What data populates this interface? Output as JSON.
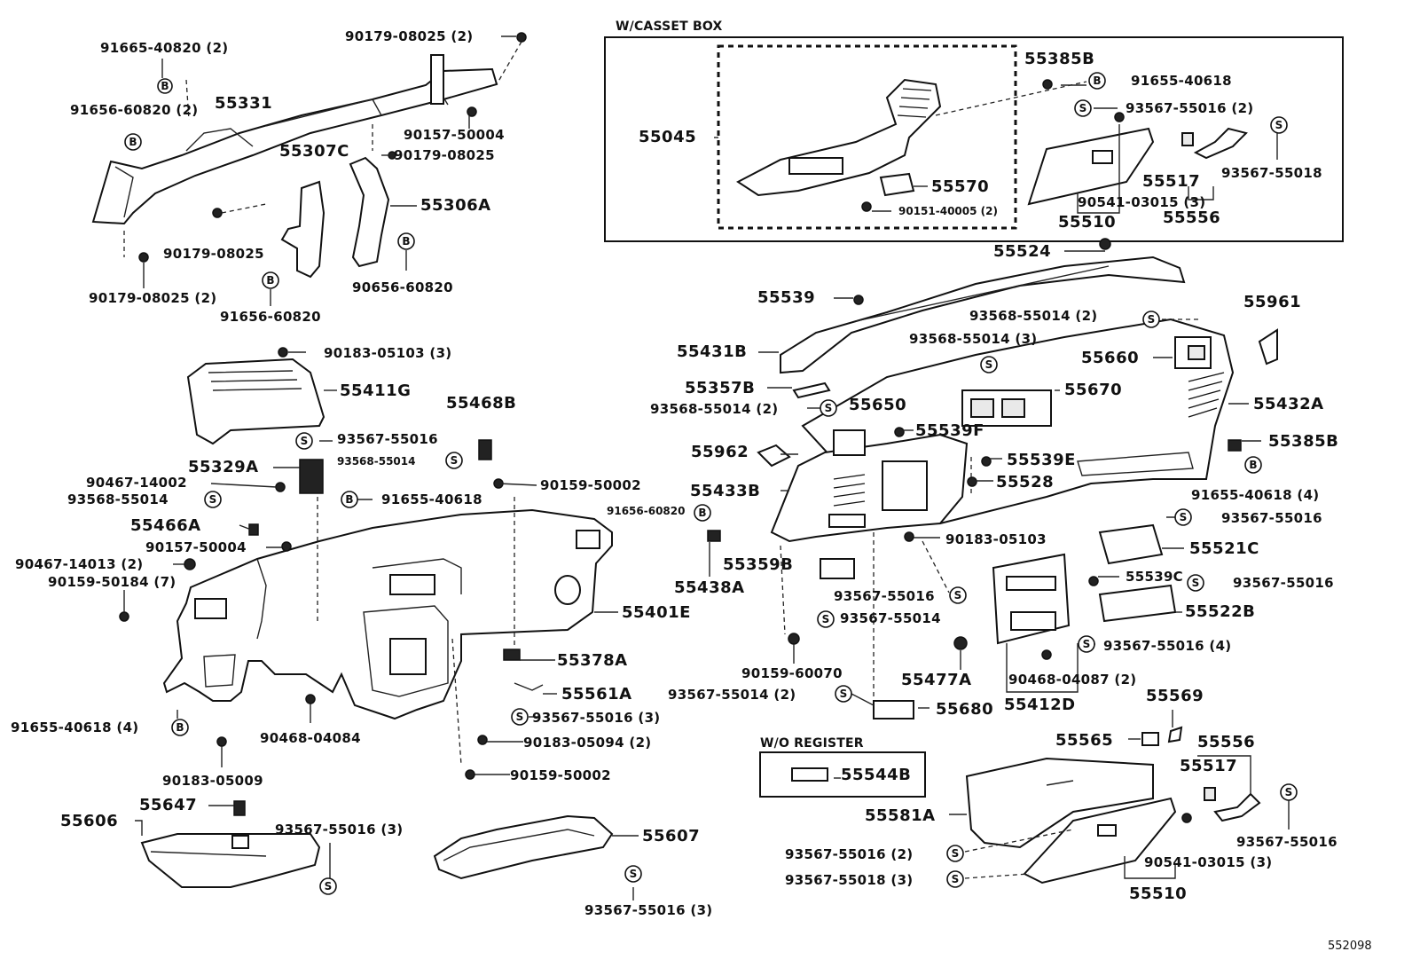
{
  "diagram_id": "552098",
  "boxes": {
    "cassette_box": "W/CASSET BOX",
    "no_register": "W/O REGISTER"
  },
  "labels": {
    "p91665_40820_2": "91665-40820 (2)",
    "p90179_08025_2_top": "90179-08025 (2)",
    "p91656_60820_2": "91656-60820 (2)",
    "p55331": "55331",
    "p90157_50004_top": "90157-50004",
    "p55307C": "55307C",
    "p90179_08025_a": "90179-08025",
    "p55306A": "55306A",
    "p90179_08025_b": "90179-08025",
    "p90656_60820": "90656-60820",
    "p90179_08025_2_bot": "90179-08025 (2)",
    "p91656_60820": "91656-60820",
    "p90183_05103_3": "90183-05103 (3)",
    "p55411G": "55411G",
    "p55468B": "55468B",
    "p93567_55016_a": "93567-55016",
    "p93568_55014_a": "93568-55014",
    "p55329A": "55329A",
    "p90467_14002": "90467-14002",
    "p90159_50002_a": "90159-50002",
    "p93568_55014_b": "93568-55014",
    "p91655_40618_a": "91655-40618",
    "p55466A": "55466A",
    "p91656_60820_b": "91656-60820",
    "p90157_50004_b": "90157-50004",
    "p90467_14013_2": "90467-14013 (2)",
    "p90159_50184_7": "90159-50184 (7)",
    "p55401E": "55401E",
    "p55378A": "55378A",
    "p55561A": "55561A",
    "p93567_55016_3_a": "93567-55016 (3)",
    "p91655_40618_4_a": "91655-40618 (4)",
    "p90468_04084": "90468-04084",
    "p90183_05094_2": "90183-05094 (2)",
    "p90183_05009": "90183-05009",
    "p90159_50002_b": "90159-50002",
    "p55647": "55647",
    "p55606": "55606",
    "p93567_55016_3_b": "93567-55016 (3)",
    "p55607": "55607",
    "p93567_55016_3_c": "93567-55016 (3)",
    "p55385B_a": "55385B",
    "p91655_40618_b": "91655-40618",
    "p93567_55016_2_a": "93567-55016 (2)",
    "p55045": "55045",
    "p55517_a": "55517",
    "p93567_55018_a": "93567-55018",
    "p55570": "55570",
    "p90541_03015_3_a": "90541-03015 (3)",
    "p90151_40005_2": "90151-40005 (2)",
    "p55510_a": "55510",
    "p55556_a": "55556",
    "p55524": "55524",
    "p55539": "55539",
    "p93568_55014_2_a": "93568-55014 (2)",
    "p55961": "55961",
    "p93568_55014_3": "93568-55014 (3)",
    "p55431B": "55431B",
    "p55660": "55660",
    "p55357B": "55357B",
    "p55670": "55670",
    "p93568_55014_2_b": "93568-55014 (2)",
    "p55650": "55650",
    "p55432A": "55432A",
    "p55539F": "55539F",
    "p55962": "55962",
    "p55385B_b": "55385B",
    "p55539E": "55539E",
    "p55433B": "55433B",
    "p55528": "55528",
    "p91655_40618_4_b": "91655-40618 (4)",
    "p93567_55016_b": "93567-55016",
    "p90183_05103": "90183-05103",
    "p55521C": "55521C",
    "p55359B": "55359B",
    "p55438A": "55438A",
    "p55539C": "55539C",
    "p93567_55016_c": "93567-55016",
    "p93567_55016_d": "93567-55016",
    "p55522B": "55522B",
    "p93567_55014_a": "93567-55014",
    "p93567_55016_4": "93567-55016 (4)",
    "p90159_60070": "90159-60070",
    "p55477A": "55477A",
    "p90468_04087_2": "90468-04087 (2)",
    "p93567_55014_2": "93567-55014 (2)",
    "p55412D": "55412D",
    "p55680": "55680",
    "p55569": "55569",
    "p55565": "55565",
    "p55556_b": "55556",
    "p55517_b": "55517",
    "p55544B": "55544B",
    "p55581A": "55581A",
    "p93567_55016_e": "93567-55016",
    "p93567_55016_2_b": "93567-55016 (2)",
    "p90541_03015_3_b": "90541-03015 (3)",
    "p93567_55018_3": "93567-55018 (3)",
    "p55510_b": "55510"
  },
  "symbols": {
    "bolt": "B",
    "screw": "S"
  }
}
